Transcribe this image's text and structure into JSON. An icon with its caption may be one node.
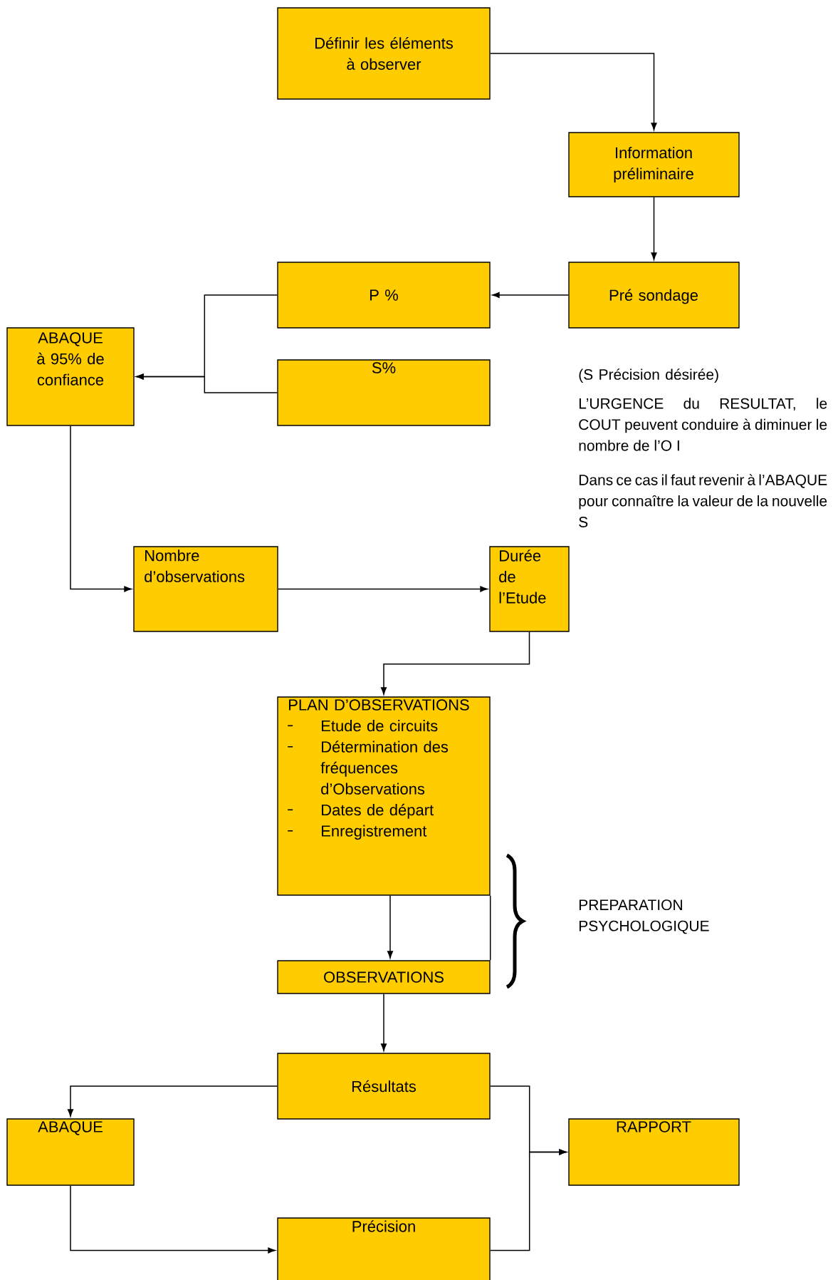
{
  "diagram": {
    "nodes": [
      {
        "text": [
          "Définir les éléments à observer"
        ]
      },
      {
        "text": [
          "Information préliminaire"
        ]
      },
      {
        "text": [
          "Pré sondage"
        ]
      },
      {
        "text": [
          "P %"
        ]
      },
      {
        "text": [
          "ABAQUE à 95% de confiance"
        ]
      },
      {
        "text": [
          "S%"
        ]
      },
      {
        "text": [
          "Nombre d’observations"
        ]
      },
      {
        "text": [
          "Durée de l’Etude"
        ]
      },
      {
        "text": [
          "PLAN D’OBSERVATIONS",
          "Etude de circuits",
          "Détermination des fréquences d’Observations",
          "Dates de départ",
          "Enregistrement"
        ]
      },
      {
        "text": [
          "OBSERVATIONS"
        ]
      },
      {
        "text": [
          "Résultats"
        ]
      },
      {
        "text": [
          "ABAQUE"
        ]
      },
      {
        "text": [
          "RAPPORT"
        ]
      },
      {
        "text": [
          "Précision"
        ]
      }
    ],
    "edges": [
      {
        "from": 0,
        "to": 1,
        "arrow": "to"
      },
      {
        "from": 1,
        "to": 2,
        "arrow": "to"
      },
      {
        "from": 2,
        "to": 3,
        "arrow": "to"
      },
      {
        "from": 3,
        "to": 4,
        "arrow": "to"
      },
      {
        "from": 5,
        "to": 4,
        "arrow": "to"
      },
      {
        "from": 4,
        "to": 6,
        "arrow": "to"
      },
      {
        "from": 6,
        "to": 7,
        "arrow": "to"
      },
      {
        "from": 7,
        "to": 8,
        "arrow": "to"
      },
      {
        "from": 8,
        "to": 9,
        "arrow": "to"
      },
      {
        "from": 8,
        "to": 9,
        "arrow": "none"
      },
      {
        "from": 9,
        "to": 10,
        "arrow": "to"
      },
      {
        "from": 10,
        "to": 11,
        "arrow": "to"
      },
      {
        "from": 11,
        "to": 13,
        "arrow": "to"
      },
      {
        "from": 10,
        "to": 12,
        "arrow": "to"
      },
      {
        "from": 13,
        "to": 12,
        "arrow": "to"
      }
    ],
    "labels": [
      "(S Précision désirée)",
      "L’URGENCE du RESULTAT, le COUT peuvent conduire à diminuer le nombre de l’O I",
      "Dans ce cas il faut revenir à l’ABAQUE pour connaître la valeur de la nouvelle S",
      "PREPARATION PSYCHOLOGIQUE"
    ]
  }
}
